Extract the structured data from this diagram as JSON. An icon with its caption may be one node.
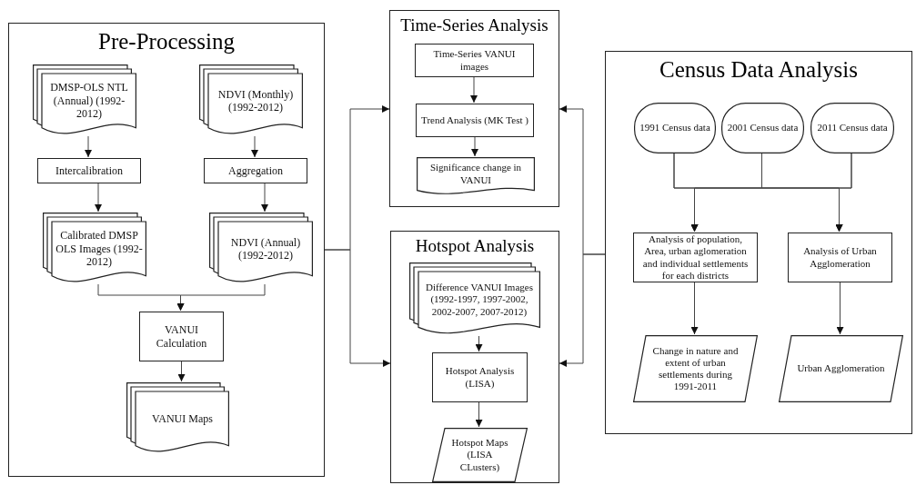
{
  "diagram": {
    "nodes": [
      {
        "text": [
          "Pre-Processing"
        ]
      },
      {
        "text": [
          "DMSP-OLS NTL (Annual) (1992-2012)"
        ],
        "in": 0
      },
      {
        "text": [
          "NDVI (Monthly) (1992-2012)"
        ],
        "in": 0
      },
      {
        "text": [
          "Intercalibration"
        ],
        "in": 0
      },
      {
        "text": [
          "Aggregation"
        ],
        "in": 0
      },
      {
        "text": [
          "Calibrated DMSP OLS Images (1992-2012)"
        ],
        "in": 0
      },
      {
        "text": [
          "NDVI (Annual) (1992-2012)"
        ],
        "in": 0
      },
      {
        "text": [
          "VANUI Calculation"
        ],
        "in": 0
      },
      {
        "text": [
          "VANUI Maps"
        ],
        "in": 0
      },
      {
        "text": [
          "Time-Series Analysis"
        ]
      },
      {
        "text": [
          "Time-Series VANUI images"
        ],
        "in": 9
      },
      {
        "text": [
          "Trend Analysis (MK Test )"
        ],
        "in": 9
      },
      {
        "text": [
          "Significance change in VANUI"
        ],
        "in": 9
      },
      {
        "text": [
          "Hotspot Analysis"
        ]
      },
      {
        "text": [
          "Difference VANUI Images (1992-1997, 1997-2002, 2002-2007, 2007-2012)"
        ],
        "in": 13
      },
      {
        "text": [
          "Hotspot Analysis (LISA)"
        ],
        "in": 13
      },
      {
        "text": [
          "Hotspot Maps (LISA CLusters)"
        ],
        "in": 13
      },
      {
        "text": [
          "Census Data Analysis"
        ]
      },
      {
        "text": [
          "1991 Census data"
        ],
        "in": 17
      },
      {
        "text": [
          "2001 Census data"
        ],
        "in": 17
      },
      {
        "text": [
          "2011 Census data"
        ],
        "in": 17
      },
      {
        "text": [
          "Analysis of population, Area, urban aglomeration and individual settlements for each districts"
        ],
        "in": 17
      },
      {
        "text": [
          "Analysis of Urban Agglomeration"
        ],
        "in": 17
      },
      {
        "text": [
          "Change in nature and extent of urban settlements during 1991-2011"
        ],
        "in": 17
      },
      {
        "text": [
          "Urban Agglomeration"
        ],
        "in": 17
      }
    ],
    "edges": [
      {
        "from": 1,
        "to": 3,
        "arrow": "to"
      },
      {
        "from": 2,
        "to": 4,
        "arrow": "to"
      },
      {
        "from": 3,
        "to": 5,
        "arrow": "to"
      },
      {
        "from": 4,
        "to": 6,
        "arrow": "to"
      },
      {
        "from": 5,
        "to": 7,
        "arrow": "to"
      },
      {
        "from": 6,
        "to": 7,
        "arrow": "to"
      },
      {
        "from": 7,
        "to": 8,
        "arrow": "to"
      },
      {
        "from": 0,
        "to": 9,
        "arrow": "to"
      },
      {
        "from": 0,
        "to": 13,
        "arrow": "to"
      },
      {
        "from": 10,
        "to": 11,
        "arrow": "to"
      },
      {
        "from": 11,
        "to": 12,
        "arrow": "to"
      },
      {
        "from": 14,
        "to": 15,
        "arrow": "to"
      },
      {
        "from": 15,
        "to": 16,
        "arrow": "to"
      },
      {
        "from": 17,
        "to": 9,
        "arrow": "to"
      },
      {
        "from": 17,
        "to": 13,
        "arrow": "to"
      },
      {
        "from": 18,
        "to": 21,
        "arrow": "to"
      },
      {
        "from": 19,
        "to": 21,
        "arrow": "to"
      },
      {
        "from": 20,
        "to": 21,
        "arrow": "to"
      },
      {
        "from": 18,
        "to": 22,
        "arrow": "to"
      },
      {
        "from": 19,
        "to": 22,
        "arrow": "to"
      },
      {
        "from": 20,
        "to": 22,
        "arrow": "to"
      },
      {
        "from": 21,
        "to": 23,
        "arrow": "to"
      },
      {
        "from": 22,
        "to": 24,
        "arrow": "to"
      }
    ]
  }
}
